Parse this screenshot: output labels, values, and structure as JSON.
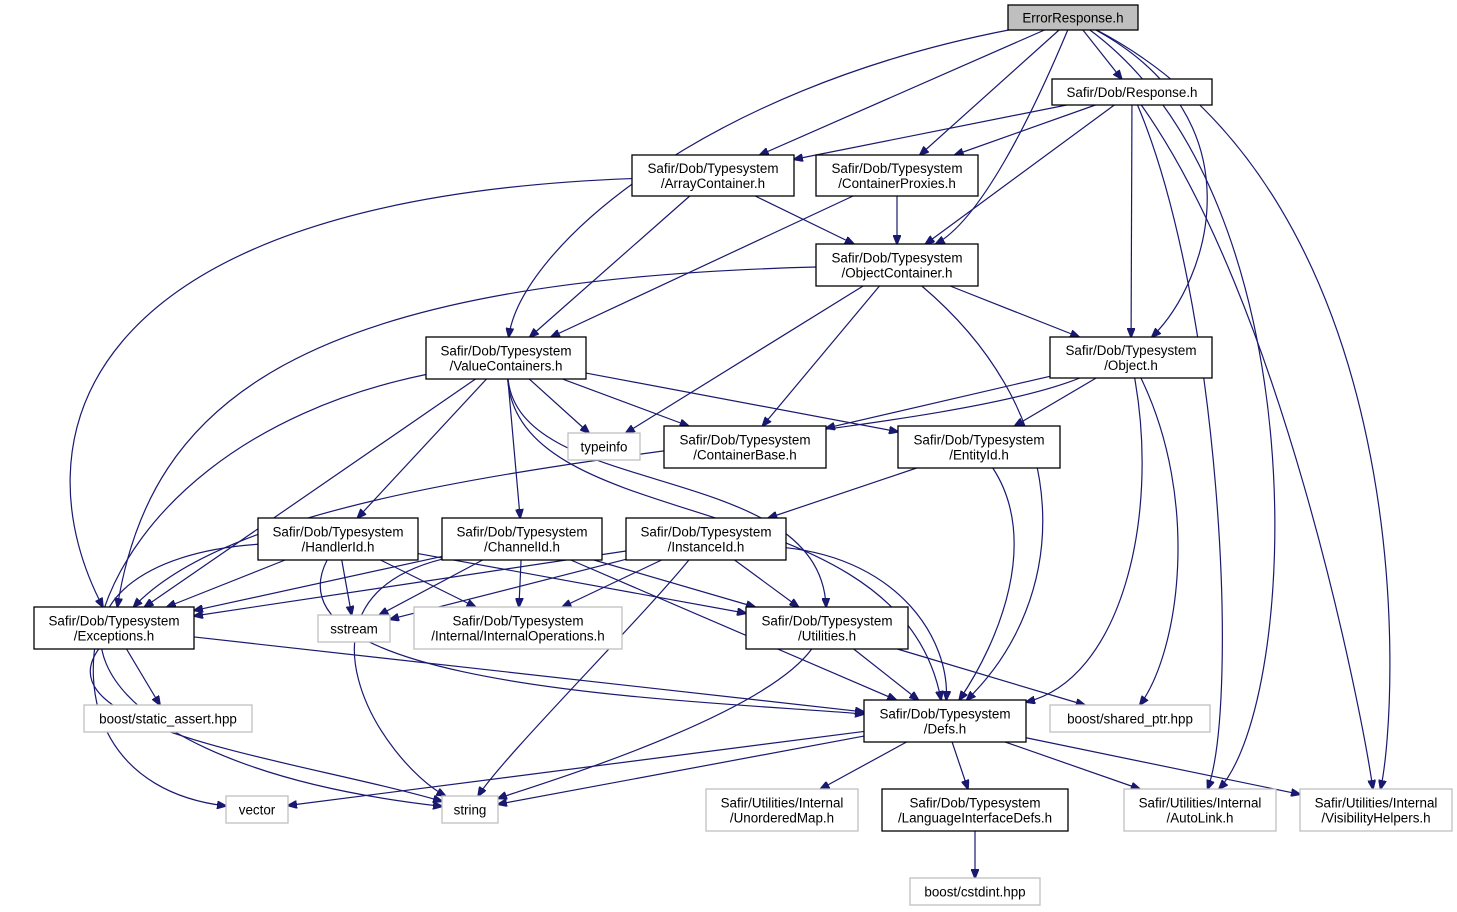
{
  "colors": {
    "edge": "#191970",
    "node_border": "#000000",
    "external_border": "#bfbfbf",
    "root_fill": "#bfbfbf",
    "fill": "#ffffff"
  },
  "nodes": [
    {
      "id": "errorresponse",
      "lines": [
        "ErrorResponse.h"
      ],
      "kind": "root"
    },
    {
      "id": "response",
      "lines": [
        "Safir/Dob/Response.h"
      ],
      "kind": "local"
    },
    {
      "id": "arraycontainer",
      "lines": [
        "Safir/Dob/Typesystem",
        "/ArrayContainer.h"
      ],
      "kind": "local"
    },
    {
      "id": "containerproxies",
      "lines": [
        "Safir/Dob/Typesystem",
        "/ContainerProxies.h"
      ],
      "kind": "local"
    },
    {
      "id": "objectcontainer",
      "lines": [
        "Safir/Dob/Typesystem",
        "/ObjectContainer.h"
      ],
      "kind": "local"
    },
    {
      "id": "valuecontainers",
      "lines": [
        "Safir/Dob/Typesystem",
        "/ValueContainers.h"
      ],
      "kind": "local"
    },
    {
      "id": "object",
      "lines": [
        "Safir/Dob/Typesystem",
        "/Object.h"
      ],
      "kind": "local"
    },
    {
      "id": "typeinfo",
      "lines": [
        "typeinfo"
      ],
      "kind": "external"
    },
    {
      "id": "containerbase",
      "lines": [
        "Safir/Dob/Typesystem",
        "/ContainerBase.h"
      ],
      "kind": "local"
    },
    {
      "id": "entityid",
      "lines": [
        "Safir/Dob/Typesystem",
        "/EntityId.h"
      ],
      "kind": "local"
    },
    {
      "id": "handlerid",
      "lines": [
        "Safir/Dob/Typesystem",
        "/HandlerId.h"
      ],
      "kind": "local"
    },
    {
      "id": "channelid",
      "lines": [
        "Safir/Dob/Typesystem",
        "/ChannelId.h"
      ],
      "kind": "local"
    },
    {
      "id": "instanceid",
      "lines": [
        "Safir/Dob/Typesystem",
        "/InstanceId.h"
      ],
      "kind": "local"
    },
    {
      "id": "exceptions",
      "lines": [
        "Safir/Dob/Typesystem",
        "/Exceptions.h"
      ],
      "kind": "local"
    },
    {
      "id": "sstream",
      "lines": [
        "sstream"
      ],
      "kind": "external"
    },
    {
      "id": "internalops",
      "lines": [
        "Safir/Dob/Typesystem",
        "/Internal/InternalOperations.h"
      ],
      "kind": "external"
    },
    {
      "id": "utilities",
      "lines": [
        "Safir/Dob/Typesystem",
        "/Utilities.h"
      ],
      "kind": "local"
    },
    {
      "id": "staticassert",
      "lines": [
        "boost/static_assert.hpp"
      ],
      "kind": "external"
    },
    {
      "id": "defs",
      "lines": [
        "Safir/Dob/Typesystem",
        "/Defs.h"
      ],
      "kind": "local"
    },
    {
      "id": "sharedptr",
      "lines": [
        "boost/shared_ptr.hpp"
      ],
      "kind": "external"
    },
    {
      "id": "vector",
      "lines": [
        "vector"
      ],
      "kind": "external"
    },
    {
      "id": "string",
      "lines": [
        "string"
      ],
      "kind": "external"
    },
    {
      "id": "unorderedmap",
      "lines": [
        "Safir/Utilities/Internal",
        "/UnorderedMap.h"
      ],
      "kind": "external"
    },
    {
      "id": "langdefs",
      "lines": [
        "Safir/Dob/Typesystem",
        "/LanguageInterfaceDefs.h"
      ],
      "kind": "local"
    },
    {
      "id": "autolink",
      "lines": [
        "Safir/Utilities/Internal",
        "/AutoLink.h"
      ],
      "kind": "external"
    },
    {
      "id": "visibility",
      "lines": [
        "Safir/Utilities/Internal",
        "/VisibilityHelpers.h"
      ],
      "kind": "external"
    },
    {
      "id": "cstdint",
      "lines": [
        "boost/cstdint.hpp"
      ],
      "kind": "external"
    }
  ],
  "edges": [
    [
      "errorresponse",
      "response"
    ],
    [
      "errorresponse",
      "arraycontainer"
    ],
    [
      "errorresponse",
      "containerproxies"
    ],
    [
      "errorresponse",
      "objectcontainer"
    ],
    [
      "errorresponse",
      "valuecontainers"
    ],
    [
      "errorresponse",
      "object"
    ],
    [
      "errorresponse",
      "autolink"
    ],
    [
      "errorresponse",
      "visibility"
    ],
    [
      "response",
      "arraycontainer"
    ],
    [
      "response",
      "containerproxies"
    ],
    [
      "response",
      "objectcontainer"
    ],
    [
      "response",
      "object"
    ],
    [
      "response",
      "autolink"
    ],
    [
      "response",
      "visibility"
    ],
    [
      "arraycontainer",
      "objectcontainer"
    ],
    [
      "arraycontainer",
      "valuecontainers"
    ],
    [
      "arraycontainer",
      "exceptions"
    ],
    [
      "containerproxies",
      "objectcontainer"
    ],
    [
      "containerproxies",
      "valuecontainers"
    ],
    [
      "objectcontainer",
      "object"
    ],
    [
      "objectcontainer",
      "containerbase"
    ],
    [
      "objectcontainer",
      "typeinfo"
    ],
    [
      "objectcontainer",
      "exceptions"
    ],
    [
      "objectcontainer",
      "defs"
    ],
    [
      "valuecontainers",
      "typeinfo"
    ],
    [
      "valuecontainers",
      "containerbase"
    ],
    [
      "valuecontainers",
      "entityid"
    ],
    [
      "valuecontainers",
      "handlerid"
    ],
    [
      "valuecontainers",
      "channelid"
    ],
    [
      "valuecontainers",
      "exceptions"
    ],
    [
      "valuecontainers",
      "utilities"
    ],
    [
      "valuecontainers",
      "defs"
    ],
    [
      "valuecontainers",
      "vector"
    ],
    [
      "object",
      "containerbase"
    ],
    [
      "object",
      "entityid"
    ],
    [
      "object",
      "exceptions"
    ],
    [
      "object",
      "defs"
    ],
    [
      "object",
      "sharedptr"
    ],
    [
      "entityid",
      "instanceid"
    ],
    [
      "entityid",
      "defs"
    ],
    [
      "handlerid",
      "exceptions"
    ],
    [
      "handlerid",
      "sstream"
    ],
    [
      "handlerid",
      "internalops"
    ],
    [
      "handlerid",
      "utilities"
    ],
    [
      "handlerid",
      "defs"
    ],
    [
      "handlerid",
      "string"
    ],
    [
      "channelid",
      "exceptions"
    ],
    [
      "channelid",
      "sstream"
    ],
    [
      "channelid",
      "internalops"
    ],
    [
      "channelid",
      "utilities"
    ],
    [
      "channelid",
      "defs"
    ],
    [
      "channelid",
      "string"
    ],
    [
      "instanceid",
      "exceptions"
    ],
    [
      "instanceid",
      "sstream"
    ],
    [
      "instanceid",
      "internalops"
    ],
    [
      "instanceid",
      "utilities"
    ],
    [
      "instanceid",
      "defs"
    ],
    [
      "instanceid",
      "string"
    ],
    [
      "exceptions",
      "staticassert"
    ],
    [
      "exceptions",
      "defs"
    ],
    [
      "exceptions",
      "string"
    ],
    [
      "utilities",
      "defs"
    ],
    [
      "utilities",
      "sharedptr"
    ],
    [
      "utilities",
      "string"
    ],
    [
      "defs",
      "vector"
    ],
    [
      "defs",
      "string"
    ],
    [
      "defs",
      "unorderedmap"
    ],
    [
      "defs",
      "langdefs"
    ],
    [
      "defs",
      "autolink"
    ],
    [
      "defs",
      "visibility"
    ],
    [
      "langdefs",
      "cstdint"
    ]
  ]
}
